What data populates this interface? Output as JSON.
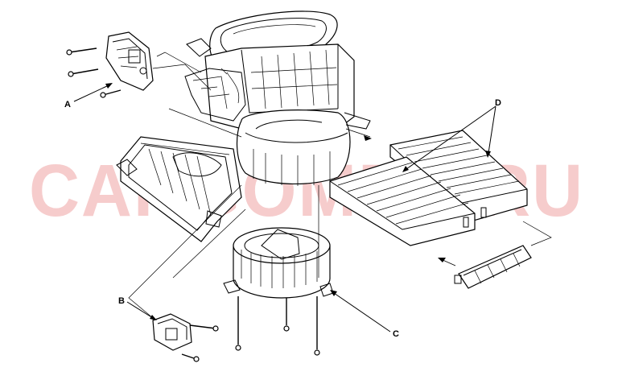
{
  "watermark": {
    "text": "CARGOMEN.RU",
    "color": "#f6cccc"
  },
  "callouts": {
    "a": "A",
    "b": "B",
    "c": "C",
    "d": "D"
  }
}
